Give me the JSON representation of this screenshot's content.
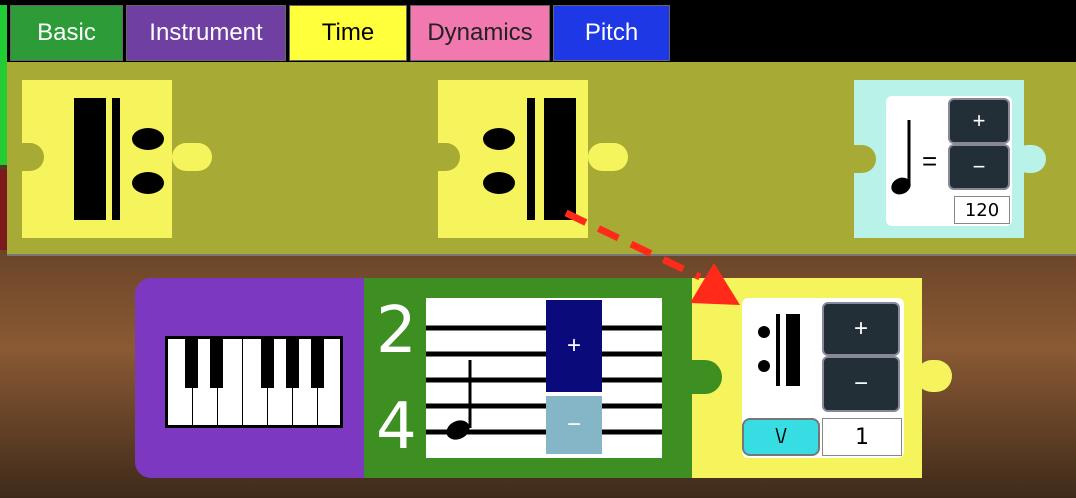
{
  "tabs": [
    {
      "label": "Basic",
      "bg": "#2d9b37",
      "fg": "#ffffff"
    },
    {
      "label": "Instrument",
      "bg": "#6f3fa1",
      "fg": "#ffffff"
    },
    {
      "label": "Time",
      "bg": "#ffff3c",
      "fg": "#000000"
    },
    {
      "label": "Dynamics",
      "bg": "#f278b0",
      "fg": "#222222"
    },
    {
      "label": "Pitch",
      "bg": "#1f38e6",
      "fg": "#ffffff"
    }
  ],
  "palette": {
    "tempo": {
      "plus": "+",
      "minus": "−",
      "equals": "=",
      "value": "120"
    }
  },
  "workspace": {
    "time_signature": {
      "top": "2",
      "bottom": "4",
      "plus": "+",
      "minus": "−"
    },
    "repeat": {
      "plus": "+",
      "minus": "−",
      "dropdown": "\\/",
      "count": "1"
    }
  },
  "colors": {
    "time_block": "#f5f45c",
    "arrow": "#ff2a1a",
    "timesig_bg": "#3e8f21",
    "timesig_plus": "#0a0a7a",
    "timesig_minus": "#85b6c8"
  }
}
